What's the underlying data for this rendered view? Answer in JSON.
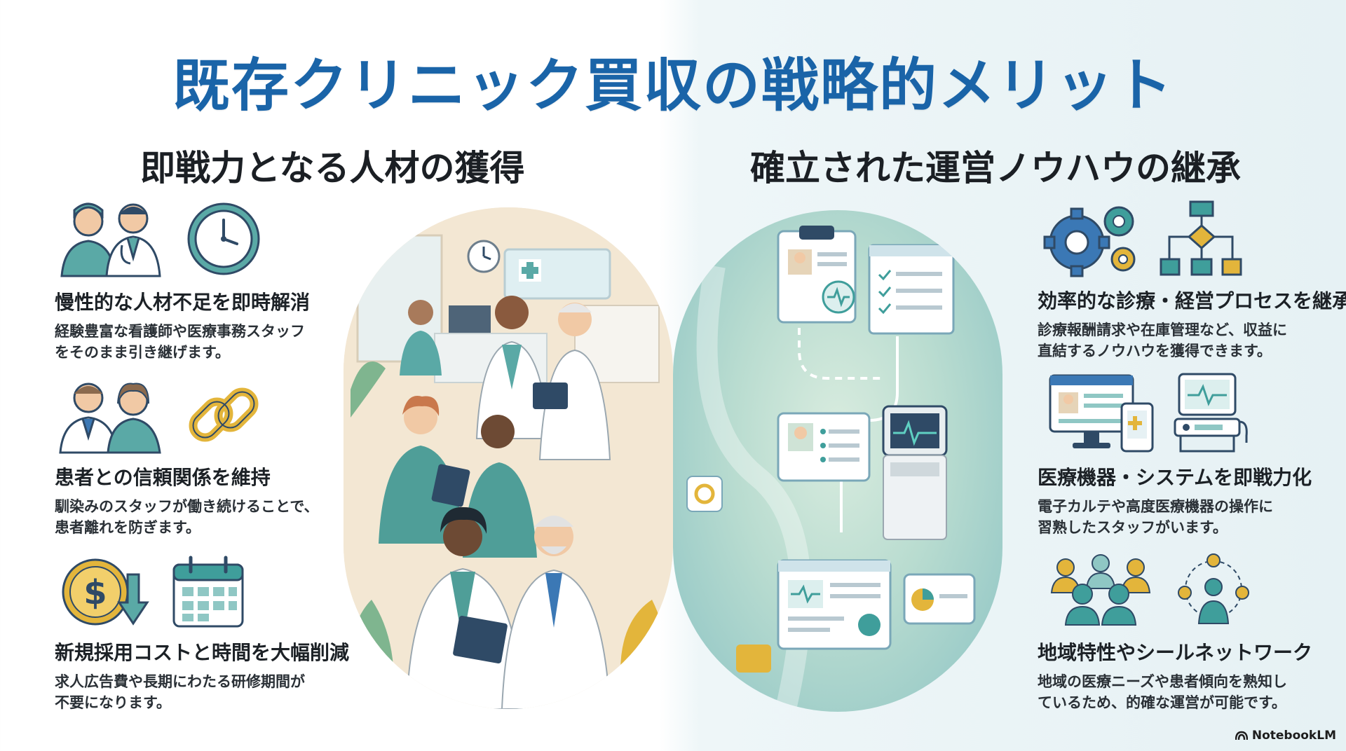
{
  "title": "既存クリニック買収の戦略的メリット",
  "left_section": {
    "heading": "即戦力となる人材の獲得",
    "items": [
      {
        "title": "慢性的な人材不足を即時解消",
        "desc1": "経験豊富な看護師や医療事務スタッフ",
        "desc2": "をそのまま引き継げます。"
      },
      {
        "title": "患者との信頼関係を維持",
        "desc1": "馴染みのスタッフが働き続けることで、",
        "desc2": "患者離れを防ぎます。"
      },
      {
        "title": "新規採用コストと時間を大幅削減",
        "desc1": "求人広告費や長期にわたる研修期間が",
        "desc2": "不要になります。"
      }
    ]
  },
  "right_section": {
    "heading": "確立された運営ノウハウの継承",
    "items": [
      {
        "title": "効率的な診療・経営プロセスを継承",
        "desc1": "診療報酬請求や在庫管理など、収益に",
        "desc2": "直結するノウハウを獲得できます。"
      },
      {
        "title": "医療機器・システムを即戦力化",
        "desc1": "電子カルテや高度医療機器の操作に",
        "desc2": "習熟したスタッフがいます。"
      },
      {
        "title": "地域特性やシールネットワーク",
        "desc1": "地域の医療ニーズや患者傾向を熟知し",
        "desc2": "ているため、的確な運営が可能です。"
      }
    ]
  },
  "icons": {
    "left": [
      "nurse-doctor-icon",
      "clock-icon",
      "staff-pair-icon",
      "chain-link-icon",
      "dollar-down-icon",
      "calendar-icon"
    ],
    "right": [
      "gears-icon",
      "flowchart-icon",
      "computer-tablet-icon",
      "medical-monitor-icon",
      "community-group-icon",
      "network-people-icon"
    ]
  },
  "colors": {
    "title": "#1a64a8",
    "teal": "#3f9e9b",
    "navy": "#2f4a66",
    "gold": "#e3b53b",
    "blue": "#3b78b5"
  },
  "footer": {
    "brand": "NotebookLM"
  }
}
